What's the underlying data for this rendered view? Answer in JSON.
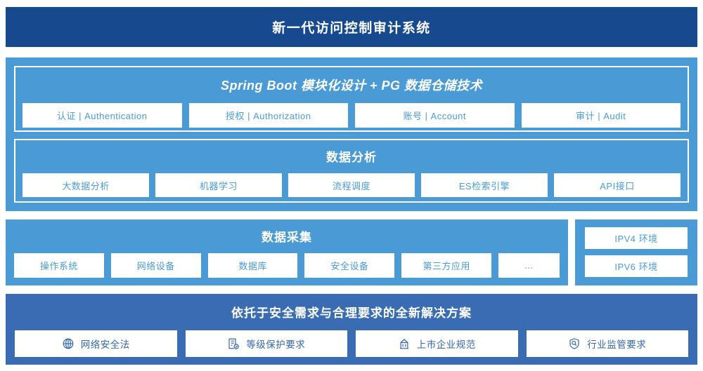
{
  "header": {
    "title": "新一代访问控制审计系统"
  },
  "platform": {
    "springboot": {
      "title": "Spring Boot 模块化设计 + PG 数据仓储技术",
      "items": [
        {
          "label": "认证 | Authentication"
        },
        {
          "label": "授权 | Authorization"
        },
        {
          "label": "账号 | Account"
        },
        {
          "label": "审计 | Audit"
        }
      ]
    },
    "analysis": {
      "title": "数据分析",
      "items": [
        {
          "label": "大数据分析"
        },
        {
          "label": "机器学习"
        },
        {
          "label": "流程调度"
        },
        {
          "label": "ES检索引擎"
        },
        {
          "label": "API接口"
        }
      ]
    }
  },
  "collection": {
    "title": "数据采集",
    "items": [
      {
        "label": "操作系统"
      },
      {
        "label": "网络设备"
      },
      {
        "label": "数据库"
      },
      {
        "label": "安全设备"
      },
      {
        "label": "第三方应用"
      },
      {
        "label": "…"
      }
    ]
  },
  "environment": {
    "items": [
      {
        "label": "IPV4 环境"
      },
      {
        "label": "IPV6 环境"
      }
    ]
  },
  "solution": {
    "title": "依托于安全需求与合理要求的全新解决方案",
    "items": [
      {
        "label": "网络安全法",
        "icon": "globe-icon"
      },
      {
        "label": "等级保护要求",
        "icon": "document-check-icon"
      },
      {
        "label": "上市企业规范",
        "icon": "bank-building-icon"
      },
      {
        "label": "行业监管要求",
        "icon": "shield-search-icon"
      }
    ]
  },
  "colors": {
    "title_bar": "#17498F",
    "panel_blue": "#4A9BD5",
    "solution_blue": "#3A6CB4",
    "chip_text": "#4A9BD5",
    "chip_text_dark": "#3566B0",
    "chip_bg": "#FFFFFF"
  }
}
